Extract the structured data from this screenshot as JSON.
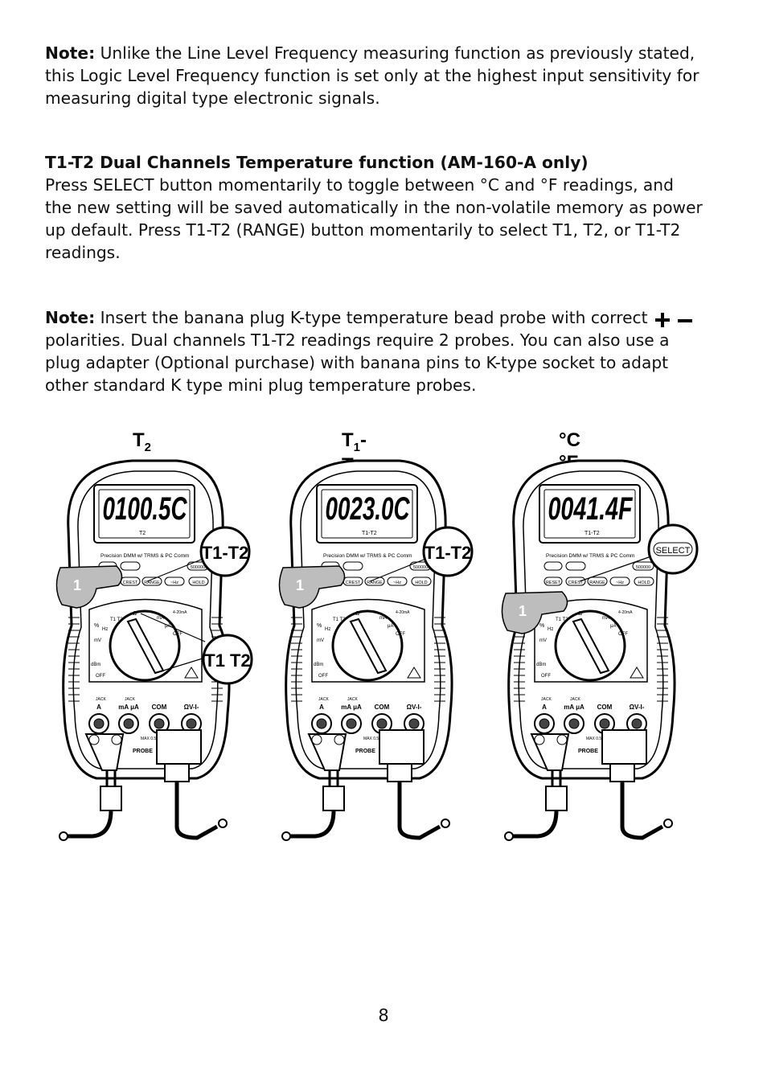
{
  "note1": {
    "label": "Note:",
    "text": " Unlike the Line Level Frequency measuring function as previously stated, this Logic Level Frequency function is set only at the highest input sensitivity for measuring digital type electronic signals."
  },
  "section": {
    "heading": "T1-T2 Dual Channels Temperature function (AM-160-A only)",
    "body": "Press SELECT button momentarily to toggle between °C and °F readings, and the new setting will be saved automatically in the non-volatile memory as power up default. Press T1-T2 (RANGE) button momentarily to select T1, T2, or T1-T2 readings."
  },
  "note2": {
    "label": "Note:",
    "text": " Insert the banana plug K-type temperature bead probe with correct",
    "text2": "polarities. Dual channels T1-T2 readings require 2 probes. You can also use a plug adapter (Optional purchase) with banana pins to K-type socket to adapt other standard K type mini plug temperature probes."
  },
  "figures": [
    {
      "label_main": "T",
      "label_sub": "2",
      "label_rest": "",
      "display": "0100.5C",
      "indicator": "T2",
      "callout": "T1-T2",
      "step": "1",
      "zoom_label": "T1 T2"
    },
    {
      "label_main": "T",
      "label_sub": "1",
      "label_rest": "- T₂",
      "display": "0023.0C",
      "indicator": "T1-T2",
      "callout": "T1-T2",
      "step": "1"
    },
    {
      "label_main": "°C  °F",
      "label_sub": "",
      "label_rest": "",
      "display": "0041.4F",
      "indicator": "T1-T2",
      "callout": "SELECT",
      "step": "1"
    }
  ],
  "meter_text": {
    "brand": "Precision DMM w/ TRMS & PC Comm",
    "buttons": [
      "RESET",
      "CREST",
      "RANGE",
      "~Hz",
      "HOLD",
      "500000"
    ],
    "dial_labels": [
      "T1 T2",
      "Ω",
      "mA",
      "μA",
      "OFF",
      "mV",
      "dBm",
      "OFF",
      "%",
      "Hz",
      "4-20mA"
    ],
    "jacks": [
      "A",
      "mA μA",
      "COM",
      "ΩV-I-"
    ],
    "jack_tags": [
      "JACK",
      "JACK"
    ],
    "fuse": "MAX 0.5A FUSED",
    "probe": "PROBE"
  },
  "page_number": "8"
}
